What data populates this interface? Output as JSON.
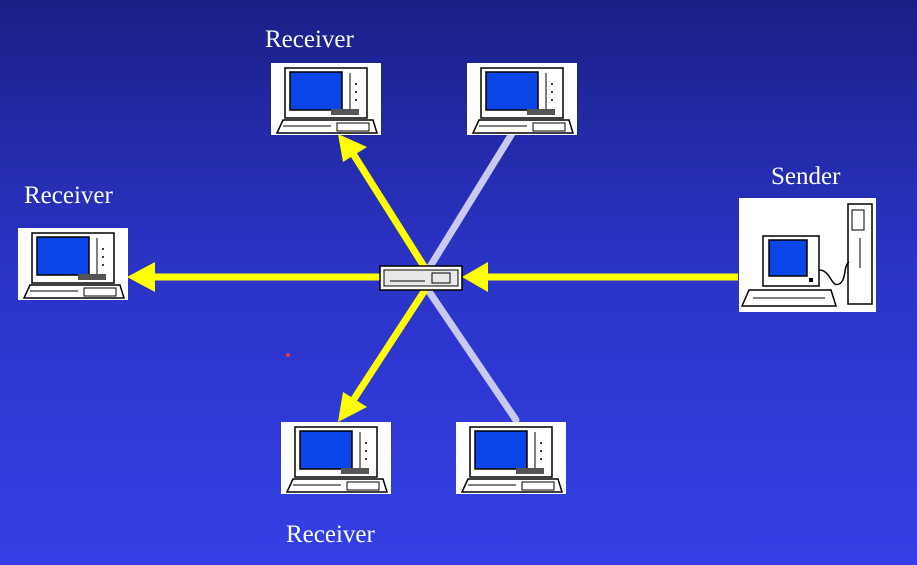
{
  "labels": {
    "receiver_top": "Receiver",
    "receiver_left": "Receiver",
    "receiver_bottom": "Receiver",
    "sender": "Sender"
  },
  "colors": {
    "active_link": "#ffff00",
    "inactive_link": "#c8c8f0",
    "screen": "#0a45e8"
  }
}
